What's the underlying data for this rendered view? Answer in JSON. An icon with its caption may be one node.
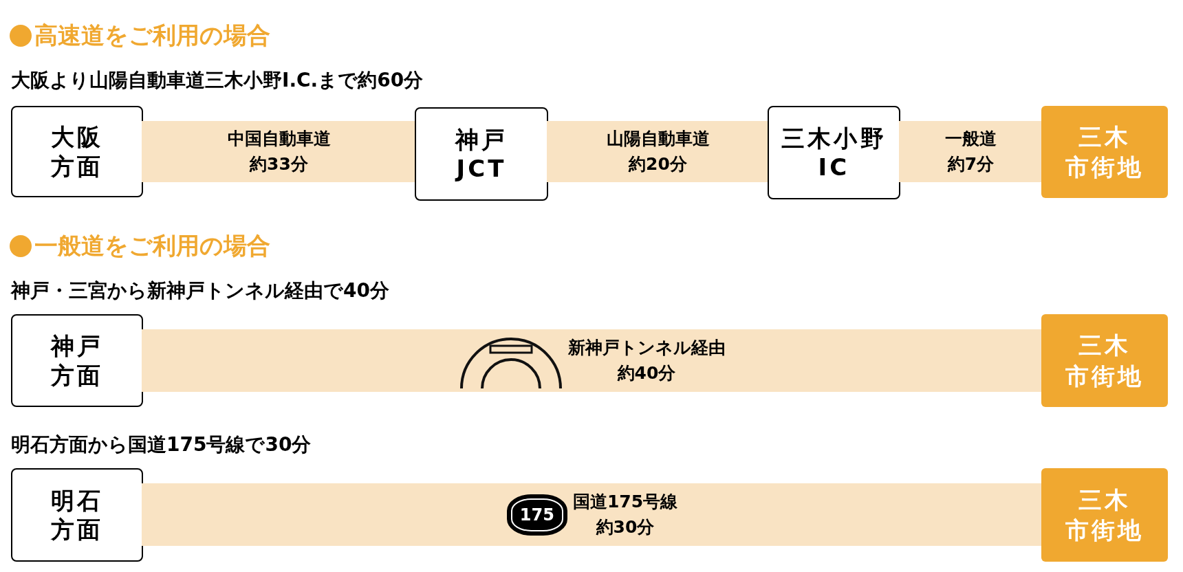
{
  "diagram": {
    "nodes": [
      {
        "text": [
          "大阪方面"
        ]
      },
      {
        "text": [
          "中国自動車道",
          "約33分"
        ]
      },
      {
        "text": [
          "神戸JCT"
        ]
      },
      {
        "text": [
          "山陽自動車道",
          "約20分"
        ]
      },
      {
        "text": [
          "三木小野IC"
        ]
      },
      {
        "text": [
          "一般道",
          "約7分"
        ]
      },
      {
        "text": [
          "三木市街地"
        ]
      },
      {
        "text": [
          "神戸方面"
        ]
      },
      {
        "text": [
          "新神戸トンネル経由",
          "約40分"
        ]
      },
      {
        "text": [
          "三木市街地"
        ]
      },
      {
        "text": [
          "明石方面"
        ]
      },
      {
        "text": [
          "国道175号線",
          "約30分"
        ]
      },
      {
        "text": [
          "175"
        ],
        "in": 11
      },
      {
        "text": [
          "三木市街地"
        ]
      }
    ],
    "labels": [
      "高速道をご利用の場合",
      "大阪より山陽自動車道三木小野I.C.まで約60分",
      "一般道をご利用の場合",
      "神戸・三宮から新神戸トンネル経由で40分",
      "明石方面から国道175号線で30分"
    ]
  }
}
